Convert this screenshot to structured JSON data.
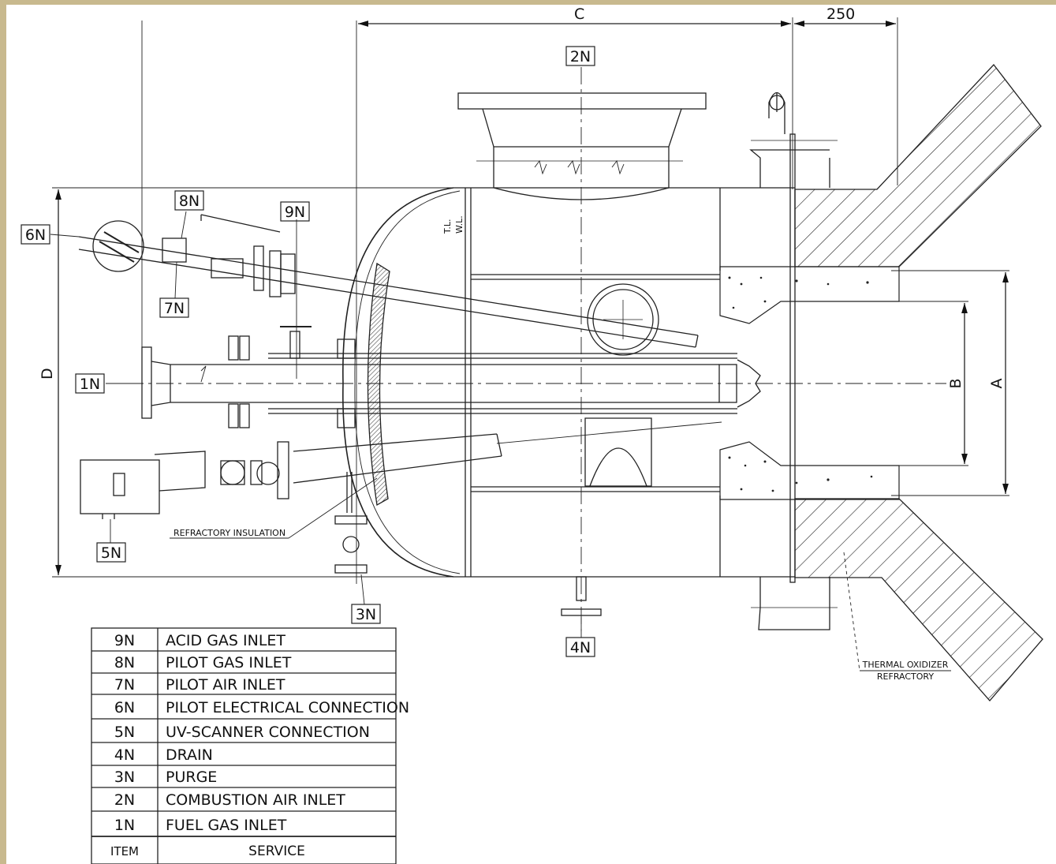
{
  "dimensions": {
    "c": "C",
    "d250": "250",
    "d": "D",
    "a": "A",
    "b": "B"
  },
  "nozzle_tags": [
    "1N",
    "2N",
    "3N",
    "4N",
    "5N",
    "6N",
    "7N",
    "8N",
    "9N"
  ],
  "annotations": {
    "refractory_insulation": "REFRACTORY INSULATION",
    "thermal_oxidizer_1": "THERMAL OXIDIZER",
    "thermal_oxidizer_2": "REFRACTORY",
    "tl": "T.L.",
    "wl": "W.L."
  },
  "table": {
    "header": {
      "item": "ITEM",
      "service": "SERVICE"
    },
    "rows": [
      {
        "item": "9N",
        "service": "ACID GAS INLET"
      },
      {
        "item": "8N",
        "service": "PILOT GAS INLET"
      },
      {
        "item": "7N",
        "service": "PILOT AIR INLET"
      },
      {
        "item": "6N",
        "service": "PILOT ELECTRICAL CONNECTION"
      },
      {
        "item": "5N",
        "service": "UV-SCANNER CONNECTION"
      },
      {
        "item": "4N",
        "service": "DRAIN"
      },
      {
        "item": "3N",
        "service": "PURGE"
      },
      {
        "item": "2N",
        "service": "COMBUSTION AIR INLET"
      },
      {
        "item": "1N",
        "service": "FUEL GAS INLET"
      }
    ]
  }
}
